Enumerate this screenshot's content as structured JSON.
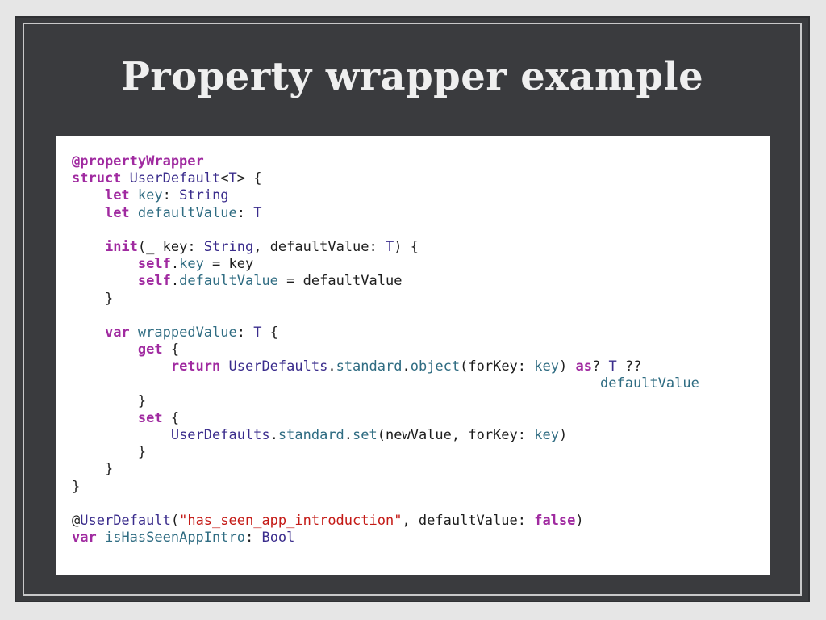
{
  "slide": {
    "title": "Property wrapper example"
  },
  "code": {
    "lines": [
      [
        [
          "at",
          "@propertyWrapper"
        ]
      ],
      [
        [
          "kw",
          "struct"
        ],
        [
          "pl",
          " "
        ],
        [
          "ty",
          "UserDefault"
        ],
        [
          "pl",
          "<"
        ],
        [
          "ty",
          "T"
        ],
        [
          "pl",
          "> {"
        ]
      ],
      [
        [
          "pl",
          "    "
        ],
        [
          "kw",
          "let"
        ],
        [
          "pl",
          " "
        ],
        [
          "pr",
          "key"
        ],
        [
          "pl",
          ": "
        ],
        [
          "ty",
          "String"
        ]
      ],
      [
        [
          "pl",
          "    "
        ],
        [
          "kw",
          "let"
        ],
        [
          "pl",
          " "
        ],
        [
          "pr",
          "defaultValue"
        ],
        [
          "pl",
          ": "
        ],
        [
          "ty",
          "T"
        ]
      ],
      [],
      [
        [
          "pl",
          "    "
        ],
        [
          "kw",
          "init"
        ],
        [
          "pl",
          "(_ key: "
        ],
        [
          "ty",
          "String"
        ],
        [
          "pl",
          ", defaultValue: "
        ],
        [
          "ty",
          "T"
        ],
        [
          "pl",
          ") {"
        ]
      ],
      [
        [
          "pl",
          "        "
        ],
        [
          "kw",
          "self"
        ],
        [
          "pl",
          "."
        ],
        [
          "pr",
          "key"
        ],
        [
          "pl",
          " = key"
        ]
      ],
      [
        [
          "pl",
          "        "
        ],
        [
          "kw",
          "self"
        ],
        [
          "pl",
          "."
        ],
        [
          "pr",
          "defaultValue"
        ],
        [
          "pl",
          " = defaultValue"
        ]
      ],
      [
        [
          "pl",
          "    }"
        ]
      ],
      [],
      [
        [
          "pl",
          "    "
        ],
        [
          "kw",
          "var"
        ],
        [
          "pl",
          " "
        ],
        [
          "pr",
          "wrappedValue"
        ],
        [
          "pl",
          ": "
        ],
        [
          "ty",
          "T"
        ],
        [
          "pl",
          " {"
        ]
      ],
      [
        [
          "pl",
          "        "
        ],
        [
          "kw",
          "get"
        ],
        [
          "pl",
          " {"
        ]
      ],
      [
        [
          "pl",
          "            "
        ],
        [
          "kw",
          "return"
        ],
        [
          "pl",
          " "
        ],
        [
          "ty",
          "UserDefaults"
        ],
        [
          "pl",
          "."
        ],
        [
          "pr",
          "standard"
        ],
        [
          "pl",
          "."
        ],
        [
          "pr",
          "object"
        ],
        [
          "pl",
          "(forKey: "
        ],
        [
          "pr",
          "key"
        ],
        [
          "pl",
          ") "
        ],
        [
          "kw",
          "as"
        ],
        [
          "pl",
          "? "
        ],
        [
          "ty",
          "T"
        ],
        [
          "pl",
          " ??"
        ]
      ],
      [
        [
          "pl",
          "                                                                "
        ],
        [
          "pr",
          "defaultValue"
        ]
      ],
      [
        [
          "pl",
          "        }"
        ]
      ],
      [
        [
          "pl",
          "        "
        ],
        [
          "kw",
          "set"
        ],
        [
          "pl",
          " {"
        ]
      ],
      [
        [
          "pl",
          "            "
        ],
        [
          "ty",
          "UserDefaults"
        ],
        [
          "pl",
          "."
        ],
        [
          "pr",
          "standard"
        ],
        [
          "pl",
          "."
        ],
        [
          "pr",
          "set"
        ],
        [
          "pl",
          "(newValue, forKey: "
        ],
        [
          "pr",
          "key"
        ],
        [
          "pl",
          ")"
        ]
      ],
      [
        [
          "pl",
          "        }"
        ]
      ],
      [
        [
          "pl",
          "    }"
        ]
      ],
      [
        [
          "pl",
          "}"
        ]
      ],
      [],
      [
        [
          "pl",
          "@"
        ],
        [
          "ty",
          "UserDefault"
        ],
        [
          "pl",
          "("
        ],
        [
          "st",
          "\"has_seen_app_introduction\""
        ],
        [
          "pl",
          ", defaultValue: "
        ],
        [
          "kw",
          "false"
        ],
        [
          "pl",
          ")"
        ]
      ],
      [
        [
          "kw",
          "var"
        ],
        [
          "pl",
          " "
        ],
        [
          "pr",
          "isHasSeenAppIntro"
        ],
        [
          "pl",
          ": "
        ],
        [
          "ty",
          "Bool"
        ]
      ]
    ]
  },
  "colors": {
    "keyword": "#a02aa0",
    "type": "#3a2c8c",
    "property": "#2f6c82",
    "string": "#c41a16",
    "plain": "#1e1e1e",
    "slide_background": "#3a3b3e",
    "code_background": "#ffffff"
  }
}
